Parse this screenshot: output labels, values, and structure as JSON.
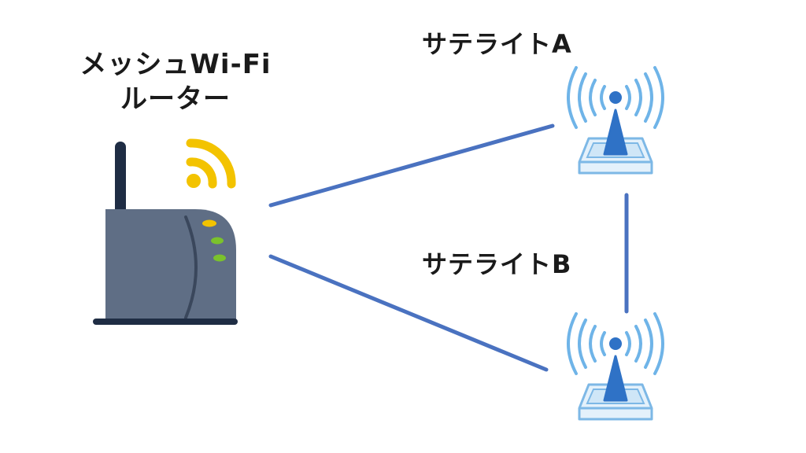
{
  "labels": {
    "router_line1": "メッシュWi-Fi",
    "router_line2": "ルーター",
    "satellite_a": "サテライトA",
    "satellite_b": "サテライトB"
  },
  "colors": {
    "link": "#4a72c0",
    "router_body": "#5f6e85",
    "router_dark": "#1f2d44",
    "wifi_yellow": "#f3c300",
    "led_green": "#7bc22c",
    "led_yellow": "#f3c300",
    "antenna_blue": "#2f72c6",
    "signal_blue": "#6fb4e8",
    "base_light": "#e4f1fb",
    "base_stroke": "#7db8e6"
  },
  "icons": {
    "router": "wifi-router-icon",
    "satellite": "wireless-access-point-icon"
  }
}
